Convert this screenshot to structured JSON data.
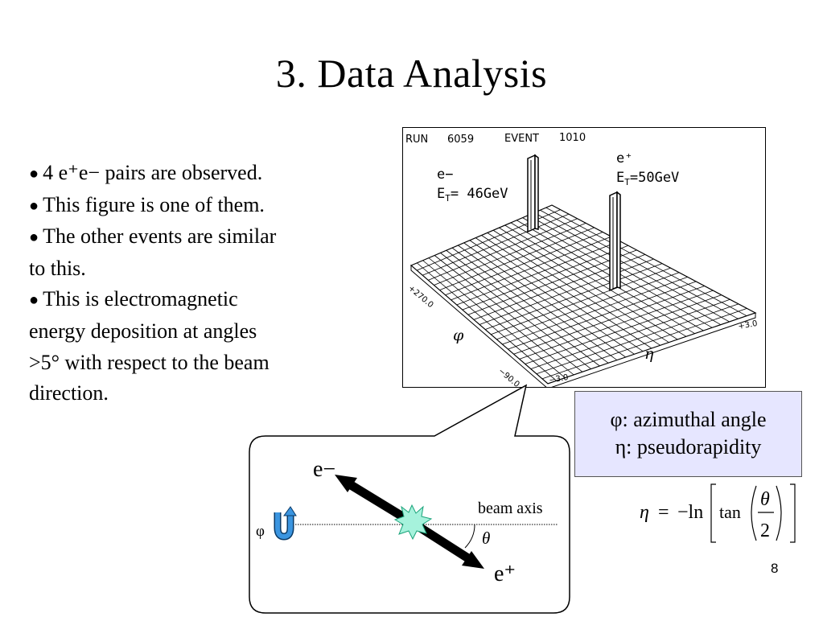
{
  "slide": {
    "title": "3. Data Analysis",
    "page_number": "8",
    "bullets": [
      "4 e⁺e− pairs are observed.",
      "This figure is one of them.",
      "The other events are similar to this.",
      "This is electromagnetic energy deposition at angles >5° with respect to the beam direction."
    ],
    "bullet_lines": [
      [
        "4 e⁺e− pairs are observed."
      ],
      [
        "This figure is one of them."
      ],
      [
        "The other events are similar",
        "to this."
      ],
      [
        "This is electromagnetic",
        "energy deposition at angles",
        ">5° with respect to the beam",
        "direction."
      ]
    ]
  },
  "event_display": {
    "run_label": "RUN",
    "run_value": "6059",
    "event_label": "EVENT",
    "event_value": "1010",
    "electron_label": "e−",
    "electron_et": "E",
    "electron_et_sub": "T",
    "electron_et_value": "= 46GeV",
    "positron_label": "e⁺",
    "positron_et": "E",
    "positron_et_sub": "T",
    "positron_et_value": "=50GeV",
    "phi_max": "+270.0",
    "phi_min": "−90.0",
    "phi_axis": "φ",
    "eta_axis": "η",
    "eta_min": "−3.0",
    "eta_max": "+3.0"
  },
  "schematic": {
    "electron": "e−",
    "positron": "e⁺",
    "beam_axis": "beam axis",
    "theta": "θ",
    "phi": "φ"
  },
  "legend": {
    "phi_line": "φ: azimuthal angle",
    "eta_line": "η: pseudorapidity"
  },
  "formula": {
    "lhs": "η",
    "equals": "=",
    "minus_ln": "−ln",
    "tan": "tan",
    "theta": "θ",
    "two": "2"
  }
}
